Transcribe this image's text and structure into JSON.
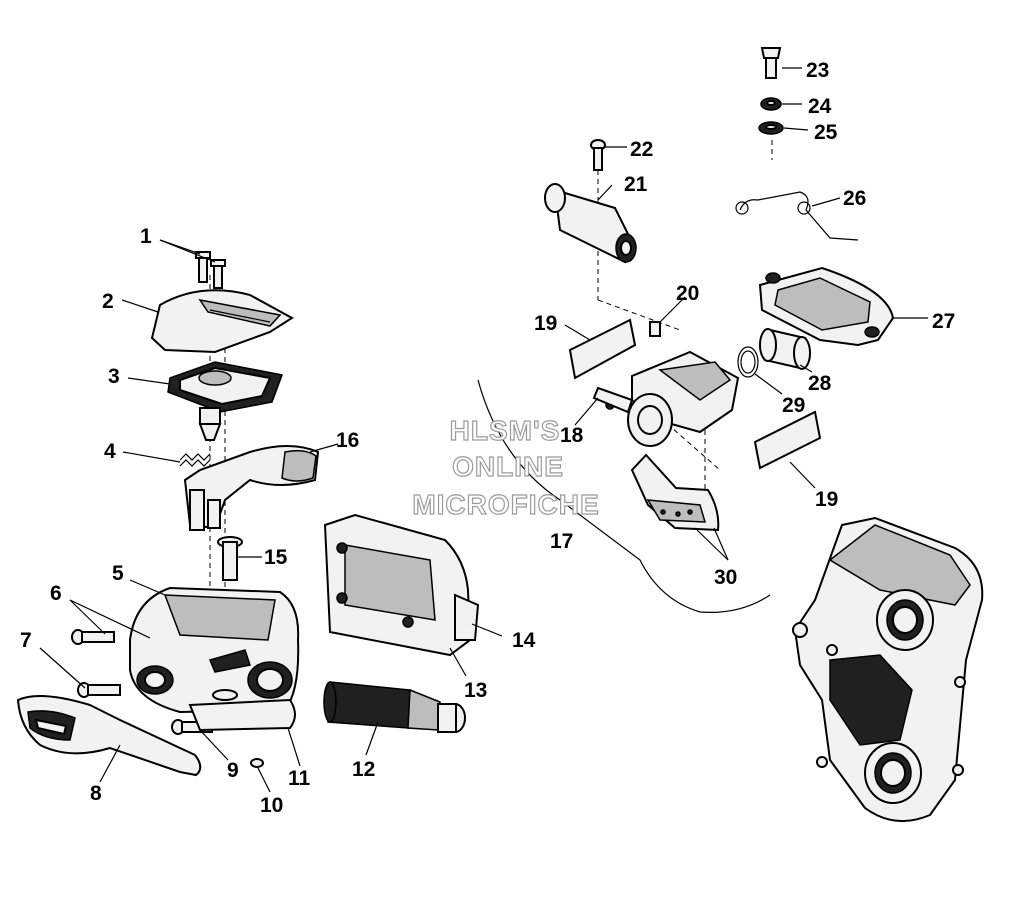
{
  "callouts": {
    "c1": "1",
    "c2": "2",
    "c3": "3",
    "c4": "4",
    "c5": "5",
    "c6": "6",
    "c7": "7",
    "c8": "8",
    "c9": "9",
    "c10": "10",
    "c11": "11",
    "c12": "12",
    "c13": "13",
    "c14": "14",
    "c15": "15",
    "c16": "16",
    "c17": "17",
    "c18": "18",
    "c19a": "19",
    "c19b": "19",
    "c20": "20",
    "c21": "21",
    "c22": "22",
    "c23": "23",
    "c24": "24",
    "c25": "25",
    "c26": "26",
    "c27": "27",
    "c28": "28",
    "c29": "29",
    "c30": "30"
  },
  "watermark": {
    "line1": "HLSM'S",
    "line2": "ONLINE",
    "line3": "MICROFICHE"
  }
}
